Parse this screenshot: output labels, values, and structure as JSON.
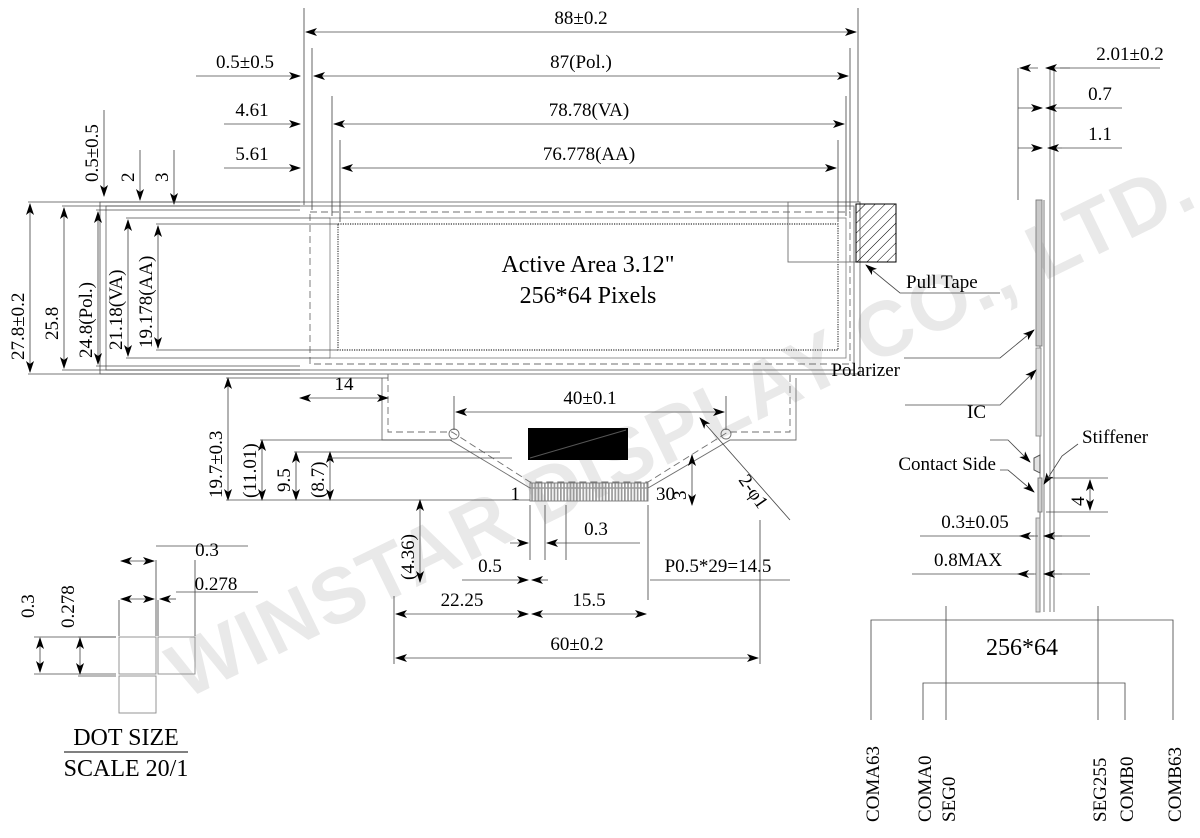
{
  "drawing": {
    "title_block": {
      "dot_size_title": "DOT SIZE",
      "dot_size_scale": "SCALE 20/1"
    },
    "watermark": "WINSTAR DISPLAY CO., LTD.",
    "front_view": {
      "center_label_line1": "Active Area 3.12\"",
      "center_label_line2": "256*64 Pixels",
      "horizontal_dims": [
        {
          "name": "overall-width",
          "value": "88±0.2"
        },
        {
          "name": "polarizer-width",
          "value": "87(Pol.)"
        },
        {
          "name": "viewing-area-width",
          "value": "78.78(VA)"
        },
        {
          "name": "active-area-width",
          "value": "76.778(AA)"
        },
        {
          "name": "left-offset-pol",
          "value": "0.5±0.5"
        },
        {
          "name": "left-offset-va",
          "value": "4.61"
        },
        {
          "name": "left-offset-aa",
          "value": "5.61"
        }
      ],
      "vertical_dims": [
        {
          "name": "overall-height",
          "value": "27.8±0.2"
        },
        {
          "name": "glass-height",
          "value": "25.8"
        },
        {
          "name": "polarizer-height",
          "value": "24.8(Pol.)"
        },
        {
          "name": "viewing-area-height",
          "value": "21.18(VA)"
        },
        {
          "name": "active-area-height",
          "value": "19.178(AA)"
        }
      ],
      "top_offsets": [
        {
          "name": "top-offset-pol",
          "value": "0.5±0.5"
        },
        {
          "name": "top-offset-va",
          "value": "2"
        },
        {
          "name": "top-offset-aa",
          "value": "3"
        }
      ],
      "callouts": [
        {
          "name": "pull-tape",
          "value": "Pull Tape"
        }
      ]
    },
    "fpc_view": {
      "dims": [
        {
          "name": "fpc-left-offset",
          "value": "14"
        },
        {
          "name": "fpc-ic-width",
          "value": "40±0.1"
        },
        {
          "name": "fpc-total-height",
          "value": "19.7±0.3"
        },
        {
          "name": "fpc-height-11",
          "value": "(11.01)"
        },
        {
          "name": "fpc-height-95",
          "value": "9.5"
        },
        {
          "name": "fpc-height-87",
          "value": "(8.7)"
        },
        {
          "name": "fpc-height-436",
          "value": "(4.36)"
        },
        {
          "name": "pin-pitch-detail",
          "value": "0.3"
        },
        {
          "name": "pin-first-offset",
          "value": "0.5"
        },
        {
          "name": "pin-field-width",
          "value": "15.5"
        },
        {
          "name": "pin-left-offset",
          "value": "22.25"
        },
        {
          "name": "fpc-total-width",
          "value": "60±0.2"
        },
        {
          "name": "pin-pitch-total",
          "value": "P0.5*29=14.5"
        },
        {
          "name": "tail-height",
          "value": "3"
        }
      ],
      "pin_first": "1",
      "pin_last": "30",
      "hole_note": "2-φ1"
    },
    "side_view": {
      "dims": [
        {
          "name": "total-thickness",
          "value": "2.01±0.2"
        },
        {
          "name": "glass-thickness",
          "value": "0.7"
        },
        {
          "name": "stack-thickness",
          "value": "1.1"
        },
        {
          "name": "fpc-thickness",
          "value": "0.3±0.05"
        },
        {
          "name": "max-thickness",
          "value": "0.8MAX"
        },
        {
          "name": "stiffener-length",
          "value": "4"
        }
      ],
      "callouts": [
        {
          "name": "pull-tape",
          "value": "Pull Tape"
        },
        {
          "name": "polarizer",
          "value": "Polarizer"
        },
        {
          "name": "ic",
          "value": "IC"
        },
        {
          "name": "stiffener",
          "value": "Stiffener"
        },
        {
          "name": "contact-side",
          "value": "Contact Side"
        }
      ]
    },
    "dot_detail": {
      "dims": [
        {
          "name": "dot-pitch-v",
          "value": "0.3"
        },
        {
          "name": "dot-size-v",
          "value": "0.278"
        },
        {
          "name": "dot-pitch-h",
          "value": "0.3"
        },
        {
          "name": "dot-size-h",
          "value": "0.278"
        }
      ]
    },
    "pin_map": {
      "resolution": "256*64",
      "labels": [
        {
          "name": "coma63",
          "value": "COMA63"
        },
        {
          "name": "coma0",
          "value": "COMA0"
        },
        {
          "name": "seg0",
          "value": "SEG0"
        },
        {
          "name": "seg255",
          "value": "SEG255"
        },
        {
          "name": "comb0",
          "value": "COMB0"
        },
        {
          "name": "comb63",
          "value": "COMB63"
        }
      ]
    }
  }
}
